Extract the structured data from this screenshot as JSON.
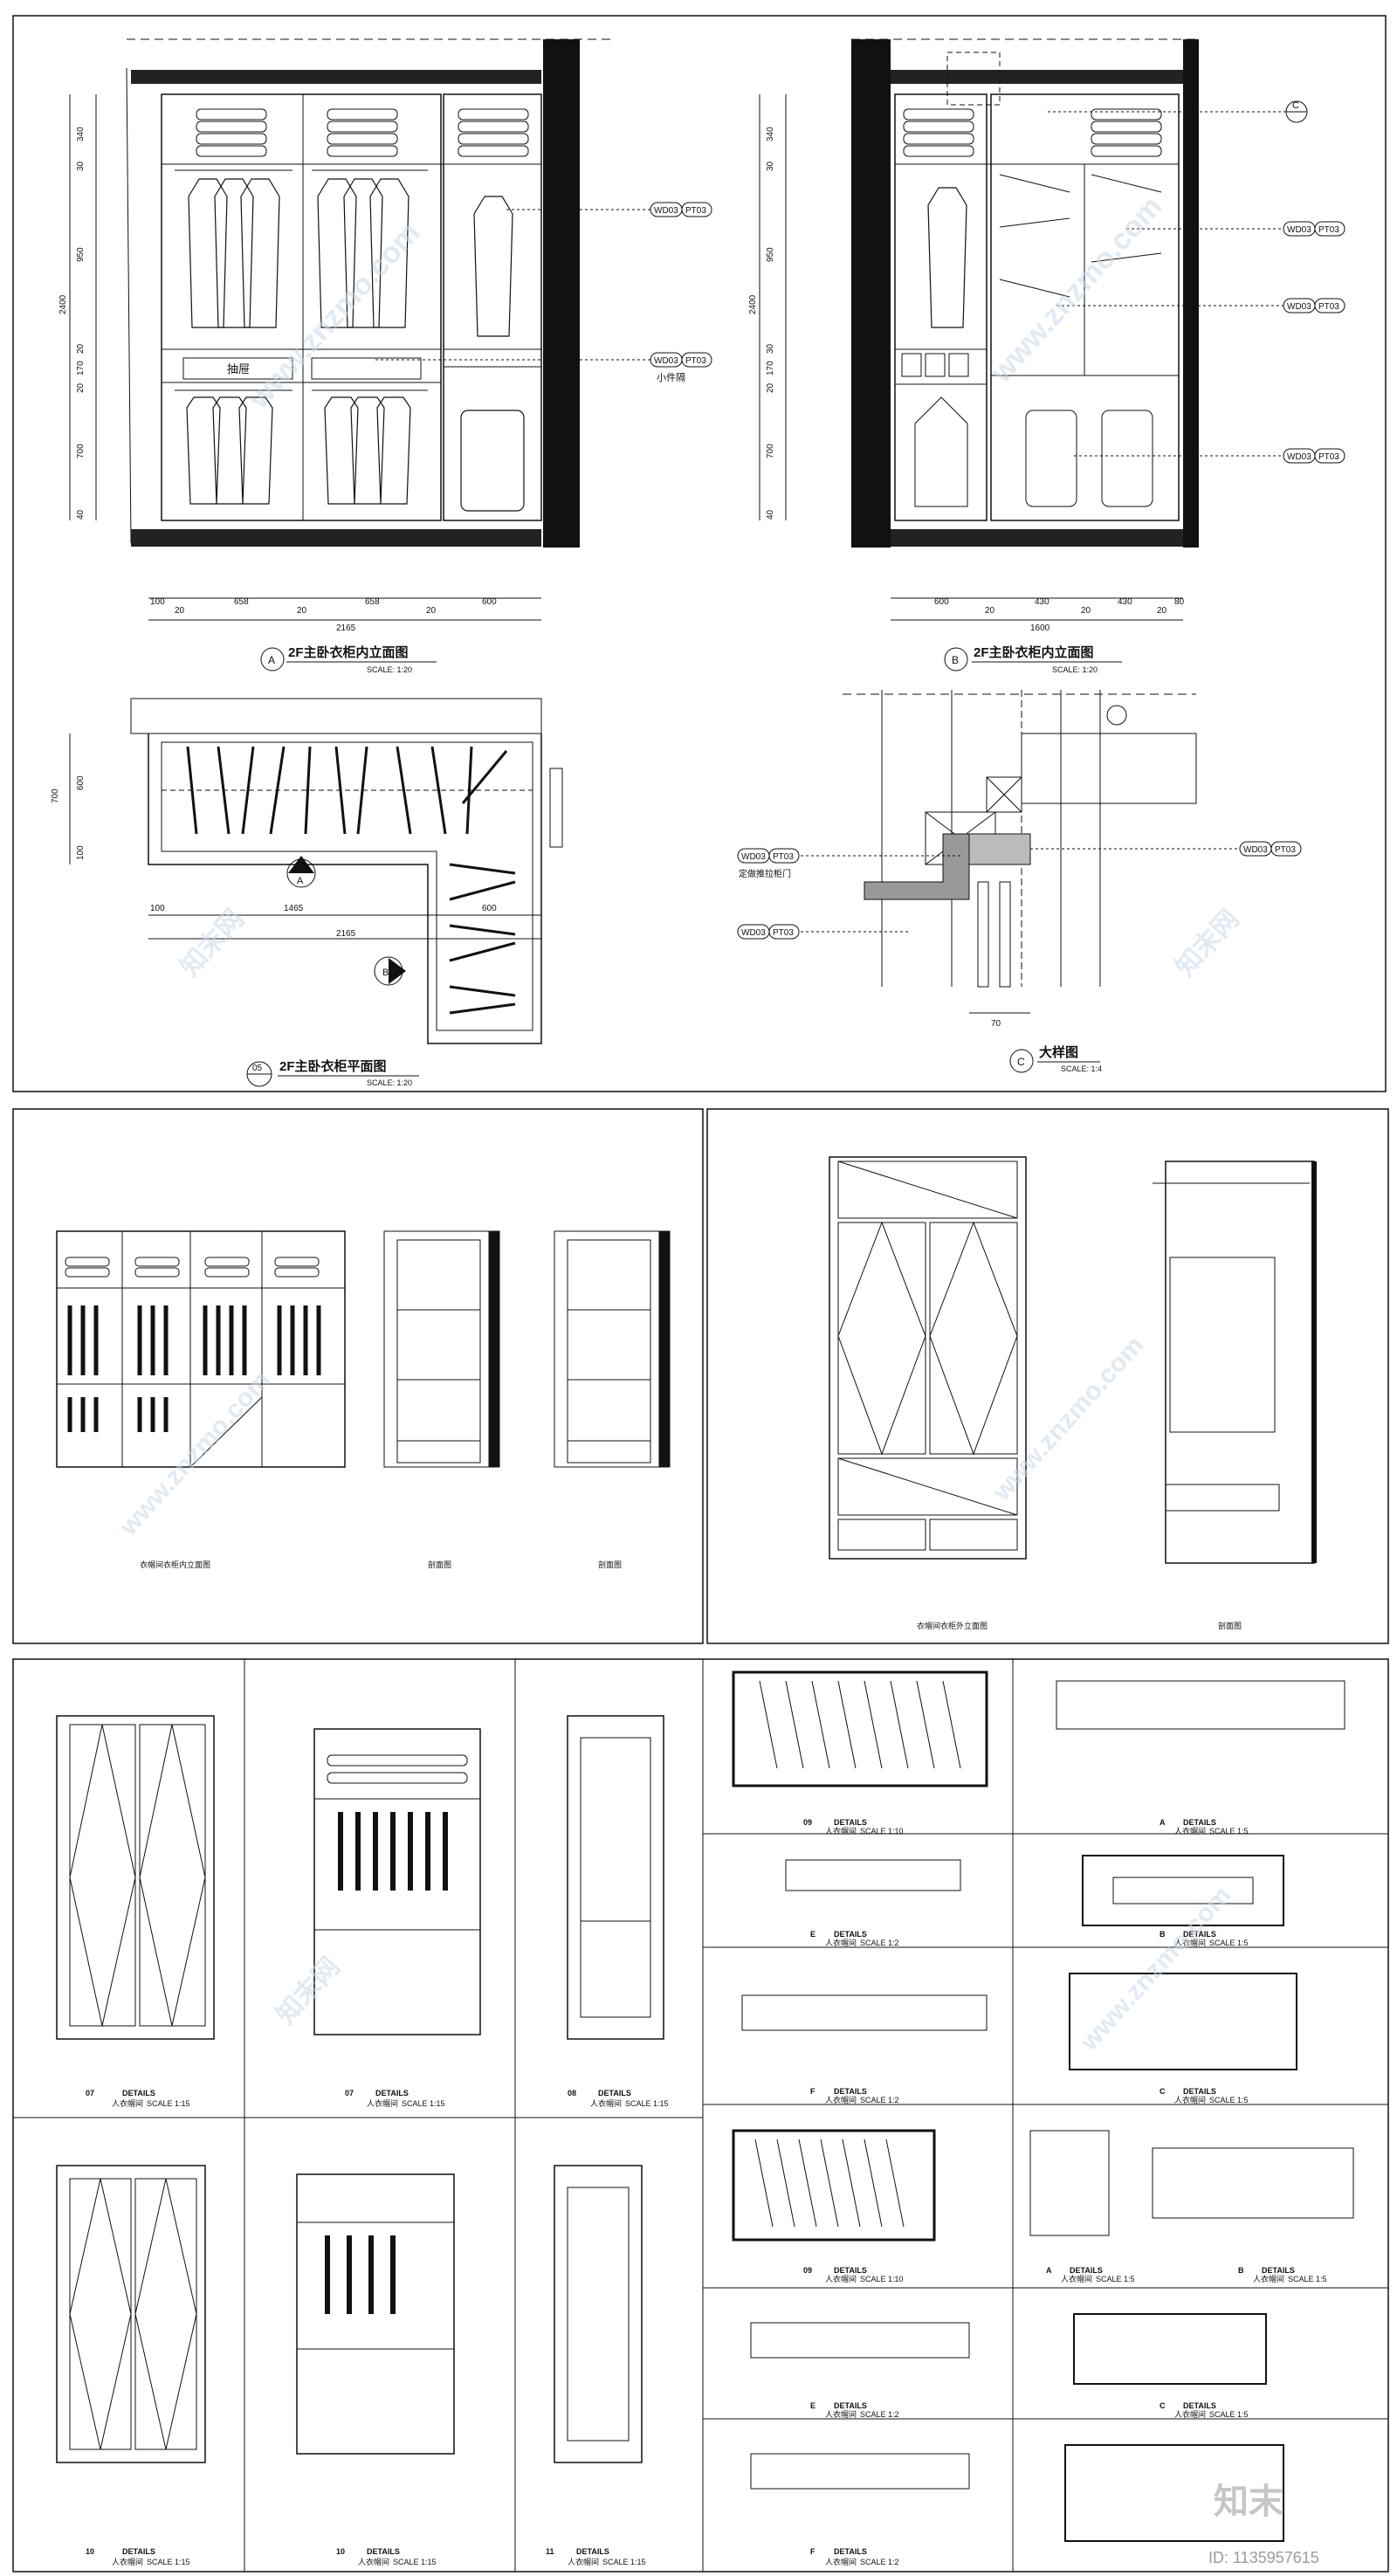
{
  "sheet_top": {
    "elev_a": {
      "heights": [
        "340",
        "30",
        "950",
        "20",
        "170",
        "20",
        "700",
        "40"
      ],
      "total_height": "2400",
      "widths": [
        "100",
        "20",
        "658",
        "20",
        "658",
        "20",
        "600"
      ],
      "total_width": "2165",
      "drawer_label": "抽屉",
      "tag_wd03": "WD03",
      "tag_pt03": "PT03",
      "small_rack": "小件隔",
      "marker": "A",
      "title": "2F主卧衣柜内立面图",
      "scale": "SCALE: 1:20"
    },
    "elev_b": {
      "heights": [
        "340",
        "30",
        "950",
        "30",
        "170",
        "20",
        "700",
        "40"
      ],
      "total_height": "2400",
      "widths": [
        "600",
        "20",
        "430",
        "20",
        "430",
        "20",
        "80"
      ],
      "total_width": "1600",
      "tag_wd03": "WD03",
      "tag_pt03": "PT03",
      "callout": "C",
      "marker": "B",
      "title": "2F主卧衣柜内立面图",
      "scale": "SCALE: 1:20"
    },
    "plan": {
      "dims_v": [
        "700",
        "600",
        "100"
      ],
      "dims_h": [
        "100",
        "1465",
        "600"
      ],
      "total_width": "2165",
      "arrow_a": "A",
      "arrow_b": "B",
      "number": "05",
      "title": "2F主卧衣柜平面图",
      "scale": "SCALE: 1:20"
    },
    "detail_c": {
      "tag_wd03": "WD03",
      "tag_pt03": "PT03",
      "note_door": "定做推拉柜门",
      "dim": "70",
      "marker": "C",
      "title": "大样图",
      "scale": "SCALE: 1:4"
    }
  },
  "sheet_mid": {
    "left_titles": [
      "衣帽间衣柜内立面图",
      "剖面图",
      "剖面图"
    ],
    "right_titles": [
      "衣帽间衣柜外立面图",
      "剖面图"
    ]
  },
  "sheet_bottom": {
    "details_word": "DETAILS",
    "room": "人衣帽间",
    "panels": [
      {
        "num": "07",
        "scale": "SCALE 1:15"
      },
      {
        "num": "07",
        "scale": "SCALE 1:15"
      },
      {
        "num": "08",
        "scale": "SCALE 1:15"
      },
      {
        "num": "09",
        "scale": "SCALE 1:10"
      },
      {
        "num": "A",
        "scale": "SCALE 1:5"
      },
      {
        "num": "E",
        "scale": "SCALE 1:2"
      },
      {
        "num": "B",
        "scale": "SCALE 1:5"
      },
      {
        "num": "F",
        "scale": "SCALE 1:2"
      },
      {
        "num": "C",
        "scale": "SCALE 1:5"
      },
      {
        "num": "10",
        "scale": "SCALE 1:15"
      },
      {
        "num": "10",
        "scale": "SCALE 1:15"
      },
      {
        "num": "11",
        "scale": "SCALE 1:15"
      },
      {
        "num": "09",
        "scale": "SCALE 1:10"
      },
      {
        "num": "A",
        "scale": "SCALE 1:5"
      },
      {
        "num": "B",
        "scale": "SCALE 1:5"
      },
      {
        "num": "E",
        "scale": "SCALE 1:2"
      },
      {
        "num": "C",
        "scale": "SCALE 1:5"
      },
      {
        "num": "F",
        "scale": "SCALE 1:2"
      }
    ]
  },
  "watermark_text": "www.znzmo.com",
  "watermark_brand": "知末网",
  "brand_logo": "知末",
  "image_id": "ID: 1135957615"
}
